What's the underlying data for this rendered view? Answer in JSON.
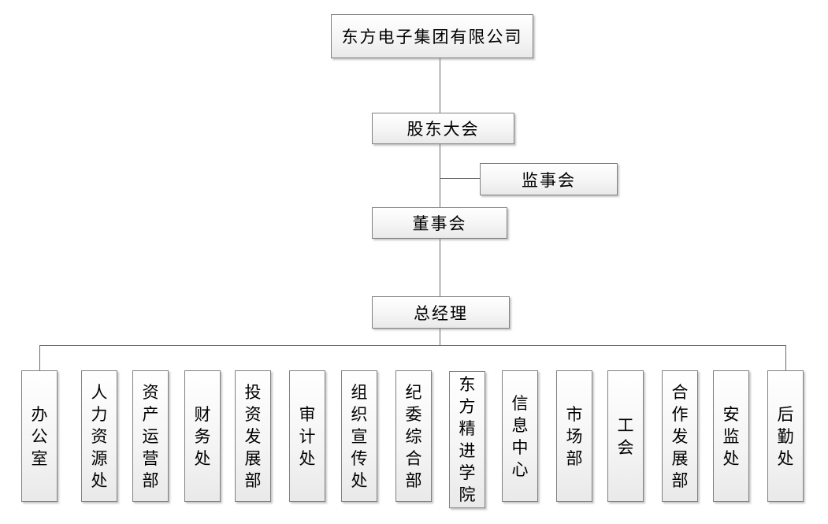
{
  "org": {
    "company": "东方电子集团有限公司",
    "shareholders_meeting": "股东大会",
    "supervisory_board": "监事会",
    "board_of_directors": "董事会",
    "general_manager": "总经理",
    "departments": [
      "办公室",
      "人力资源处",
      "资产运营部",
      "财务处",
      "投资发展部",
      "审计处",
      "组织宣传处",
      "纪委综合部",
      "东方精进学院",
      "信息中心",
      "市场部",
      "工会",
      "合作发展部",
      "安监处",
      "后勤处"
    ]
  },
  "colors": {
    "box_border": "#808080",
    "box_fill_top": "#ffffff",
    "box_fill_bottom": "#e9e9e9",
    "connector": "#6a6a6a",
    "text": "#000000",
    "background": "#ffffff"
  }
}
